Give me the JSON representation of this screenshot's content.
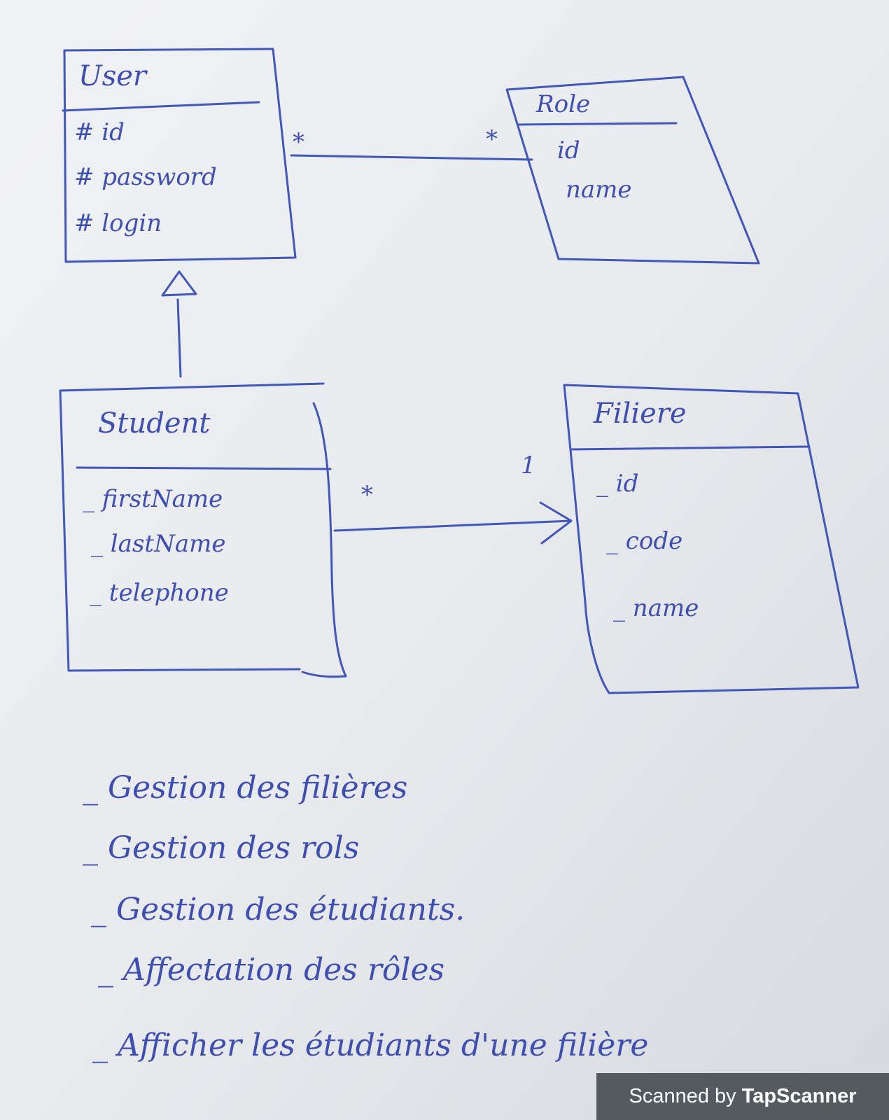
{
  "classes": {
    "user": {
      "name": "User",
      "attributes": [
        "# id",
        "# password",
        "# login"
      ]
    },
    "role": {
      "name": "Role",
      "attributes": [
        "id",
        "name"
      ]
    },
    "student": {
      "name": "Student",
      "attributes": [
        "_ firstName",
        "_ lastName",
        "_ telephone"
      ]
    },
    "filiere": {
      "name": "Filiere",
      "attributes": [
        "_ id",
        "_ code",
        "_ name"
      ]
    }
  },
  "associations": {
    "user_role": {
      "user_end": "*",
      "role_end": "*"
    },
    "student_filiere": {
      "student_end": "*",
      "filiere_end": "1"
    }
  },
  "requirements": [
    "_ Gestion des filières",
    "_ Gestion des rols",
    "_ Gestion des étudiants.",
    "_ Affectation des rôles",
    "_ Afficher les étudiants d'une filière"
  ],
  "footer": {
    "prefix": "Scanned by",
    "brand": "TapScanner"
  }
}
